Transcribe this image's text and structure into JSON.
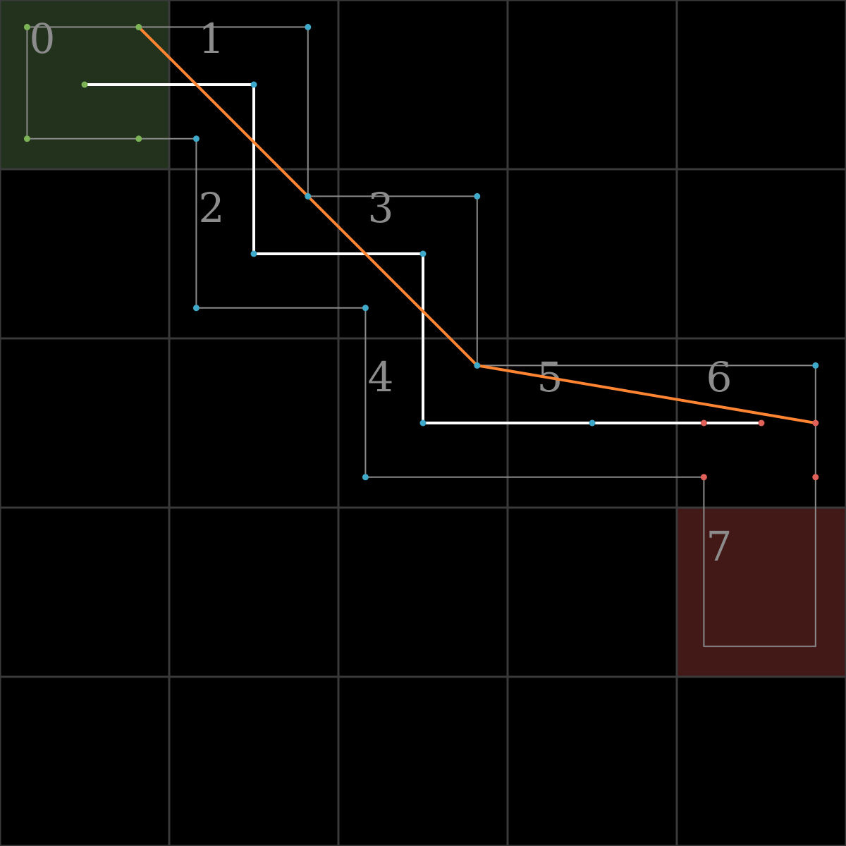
{
  "grid": {
    "rows": 5,
    "cols": 5,
    "line_color": "#3a3a3a",
    "background": "#000000"
  },
  "start_cell": {
    "row": 0,
    "col": 0,
    "fill": "#22321d"
  },
  "end_cell": {
    "row": 3,
    "col": 4,
    "fill": "#431917"
  },
  "cell_labels": [
    {
      "text": "0",
      "row": 0,
      "col": 0
    },
    {
      "text": "1",
      "row": 0,
      "col": 1
    },
    {
      "text": "2",
      "row": 1,
      "col": 1
    },
    {
      "text": "3",
      "row": 1,
      "col": 2
    },
    {
      "text": "4",
      "row": 2,
      "col": 2
    },
    {
      "text": "5",
      "row": 2,
      "col": 3
    },
    {
      "text": "6",
      "row": 2,
      "col": 4
    },
    {
      "text": "7",
      "row": 3,
      "col": 4
    }
  ],
  "colors": {
    "boundary": "#8a8a8a",
    "centerline": "#ffffff",
    "optimal_path": "#ff8533",
    "start_dot": "#7cb356",
    "mid_dot": "#3fa9c9",
    "end_dot": "#e0605a"
  },
  "boundary_polyline": [
    [
      0.16,
      0.16
    ],
    [
      0.82,
      0.16
    ],
    [
      1.82,
      0.16
    ],
    [
      1.82,
      1.16
    ],
    [
      2.82,
      1.16
    ],
    [
      2.82,
      2.16
    ],
    [
      3.82,
      2.16
    ],
    [
      4.82,
      2.16
    ],
    [
      4.82,
      2.82
    ],
    [
      4.82,
      3.82
    ],
    [
      4.16,
      3.82
    ],
    [
      4.16,
      2.82
    ],
    [
      3.16,
      2.82
    ],
    [
      2.16,
      2.82
    ],
    [
      2.16,
      1.82
    ],
    [
      1.16,
      1.82
    ],
    [
      1.16,
      0.82
    ],
    [
      0.82,
      0.82
    ],
    [
      0.16,
      0.82
    ],
    [
      0.16,
      0.16
    ]
  ],
  "boundary_dots": [
    {
      "p": [
        0.16,
        0.16
      ],
      "kind": "start"
    },
    {
      "p": [
        0.82,
        0.16
      ],
      "kind": "start"
    },
    {
      "p": [
        0.16,
        0.82
      ],
      "kind": "start"
    },
    {
      "p": [
        0.82,
        0.82
      ],
      "kind": "start"
    },
    {
      "p": [
        1.82,
        0.16
      ],
      "kind": "mid"
    },
    {
      "p": [
        1.16,
        0.82
      ],
      "kind": "mid"
    },
    {
      "p": [
        1.82,
        1.16
      ],
      "kind": "mid"
    },
    {
      "p": [
        2.82,
        1.16
      ],
      "kind": "mid"
    },
    {
      "p": [
        1.16,
        1.82
      ],
      "kind": "mid"
    },
    {
      "p": [
        2.16,
        1.82
      ],
      "kind": "mid"
    },
    {
      "p": [
        2.82,
        2.16
      ],
      "kind": "mid"
    },
    {
      "p": [
        4.82,
        2.16
      ],
      "kind": "mid"
    },
    {
      "p": [
        2.16,
        2.82
      ],
      "kind": "mid"
    },
    {
      "p": [
        4.82,
        2.5
      ],
      "kind": "end"
    },
    {
      "p": [
        4.82,
        2.82
      ],
      "kind": "end"
    },
    {
      "p": [
        4.16,
        2.82
      ],
      "kind": "end"
    }
  ],
  "centerline": [
    [
      0.5,
      0.5
    ],
    [
      1.5,
      0.5
    ],
    [
      1.5,
      1.5
    ],
    [
      2.5,
      1.5
    ],
    [
      2.5,
      2.5
    ],
    [
      3.5,
      2.5
    ],
    [
      4.16,
      2.5
    ],
    [
      4.5,
      2.5
    ]
  ],
  "centerline_dots": [
    {
      "p": [
        0.5,
        0.5
      ],
      "kind": "start"
    },
    {
      "p": [
        1.5,
        0.5
      ],
      "kind": "mid"
    },
    {
      "p": [
        1.5,
        1.5
      ],
      "kind": "mid"
    },
    {
      "p": [
        2.5,
        1.5
      ],
      "kind": "mid"
    },
    {
      "p": [
        2.5,
        2.5
      ],
      "kind": "mid"
    },
    {
      "p": [
        3.5,
        2.5
      ],
      "kind": "mid"
    },
    {
      "p": [
        4.16,
        2.5
      ],
      "kind": "end"
    },
    {
      "p": [
        4.5,
        2.5
      ],
      "kind": "end"
    }
  ],
  "optimal_path": [
    [
      0.82,
      0.16
    ],
    [
      1.82,
      1.16
    ],
    [
      2.82,
      2.16
    ],
    [
      4.82,
      2.5
    ]
  ]
}
